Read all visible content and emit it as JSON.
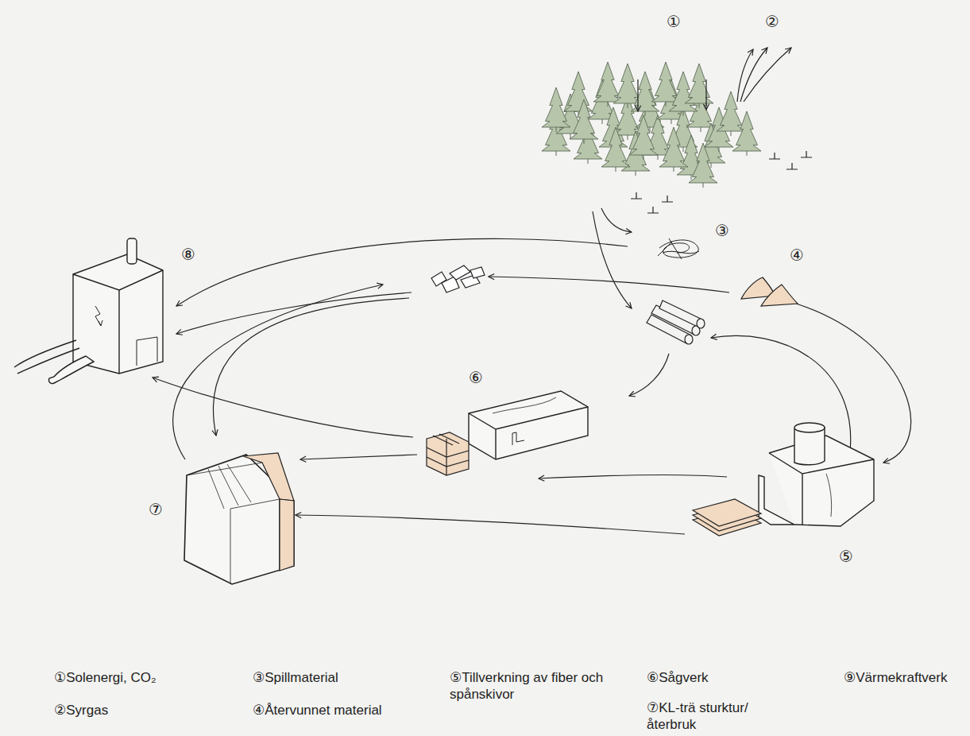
{
  "diagram": {
    "labels": [
      "①",
      "②",
      "③",
      "④",
      "⑧",
      "⑥",
      "⑦",
      "⑤",
      "①Solenergi, CO₂",
      "②Syrgas",
      "③Spillmaterial",
      "④Återvunnet material",
      "⑤Tillverkning av fiber och spånskivor",
      "⑥Sågverk",
      "⑦KL-trä sturktur/ återbruk",
      "⑨Värmekraftverk"
    ]
  }
}
